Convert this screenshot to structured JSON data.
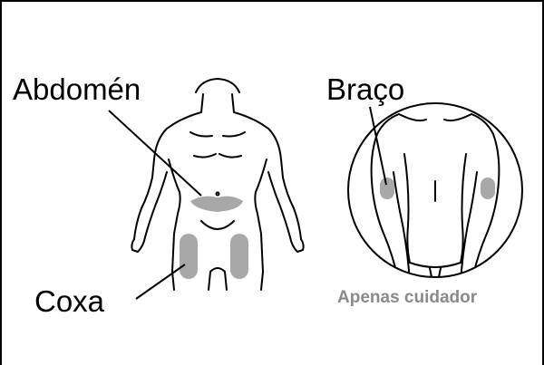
{
  "labels": {
    "abdomen": "Abdomén",
    "arm": "Braço",
    "thigh": "Coxa"
  },
  "caption": "Apenas cuidador",
  "colors": {
    "injection_site": "#a8a8a8",
    "outline": "#000000",
    "caption": "#8a8a8a"
  }
}
